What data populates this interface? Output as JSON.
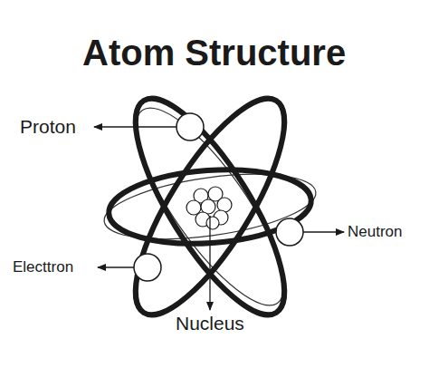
{
  "diagram": {
    "title": "Atom Structure",
    "labels": [
      "Proton",
      "Neutron",
      "Electtron",
      "Nucleus"
    ]
  }
}
